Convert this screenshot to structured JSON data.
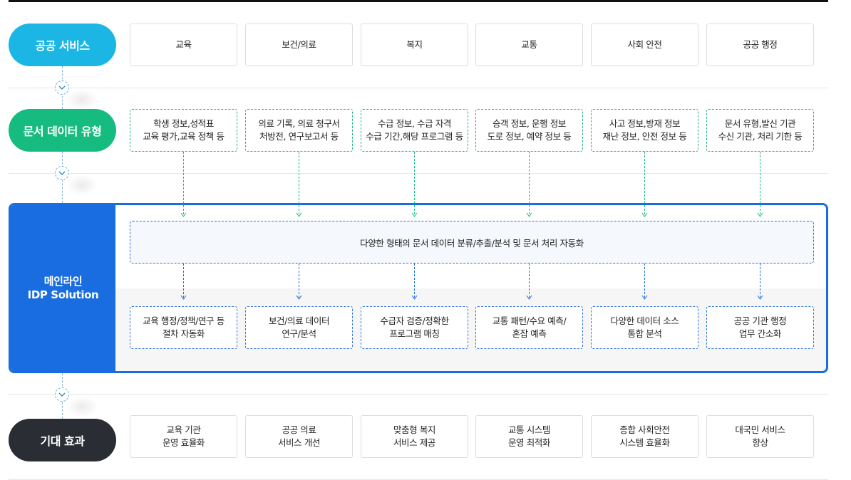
{
  "rows": {
    "services": {
      "label": "공공 서비스",
      "items": [
        "교육",
        "보건/의료",
        "복지",
        "교통",
        "사회 안전",
        "공공 행정"
      ]
    },
    "doc_types": {
      "label": "문서 데이터 유형",
      "items": [
        [
          "학생 정보,성적표",
          "교육 평가,교육 정책 등"
        ],
        [
          "의료 기록, 의료 청구서",
          "처방전, 연구보고서 등"
        ],
        [
          "수급 정보, 수급 자격",
          "수급 기간,해당 프로그램 등"
        ],
        [
          "승객 정보, 운행 정보",
          "도로 정보, 예약 정보 등"
        ],
        [
          "사고 정보,방재 정보",
          "재난 정보, 안전 정보 등"
        ],
        [
          "문서 유형,발신 기관",
          "수신 기관, 처리 기한 등"
        ]
      ]
    },
    "idp": {
      "label_line1": "메인라인",
      "label_line2": "IDP Solution",
      "process": "다양한 형태의 문서 데이터 분류/추출/분석 및 문서 처리 자동화",
      "items": [
        [
          "교육 행정/정책/연구 등",
          "절차 자동화"
        ],
        [
          "보건/의료 데이터",
          "연구/분석"
        ],
        [
          "수급자 검증/정확한",
          "프로그램 매칭"
        ],
        [
          "교통 패턴/수요 예측/",
          "혼잡 예측"
        ],
        [
          "다양한 데이터 소스",
          "통합 분석"
        ],
        [
          "공공 기관 행정",
          "업무 간소화"
        ]
      ]
    },
    "effects": {
      "label": "기대 효과",
      "items": [
        [
          "교육 기관",
          "운영 효율화"
        ],
        [
          "공공 의료",
          "서비스 개선"
        ],
        [
          "맞춤형 복지",
          "서비스 제공"
        ],
        [
          "교통 시스템",
          "운영 최적화"
        ],
        [
          "종합 사회안전",
          "시스템 효율화"
        ],
        [
          "대국민 서비스",
          "향상"
        ]
      ]
    }
  },
  "colors": {
    "services": "#1bb6e4",
    "doc_types": "#16bb7f",
    "idp": "#1a6de0",
    "effects": "#2a2d33"
  },
  "icons": {
    "connector": "chevron-down-icon"
  }
}
